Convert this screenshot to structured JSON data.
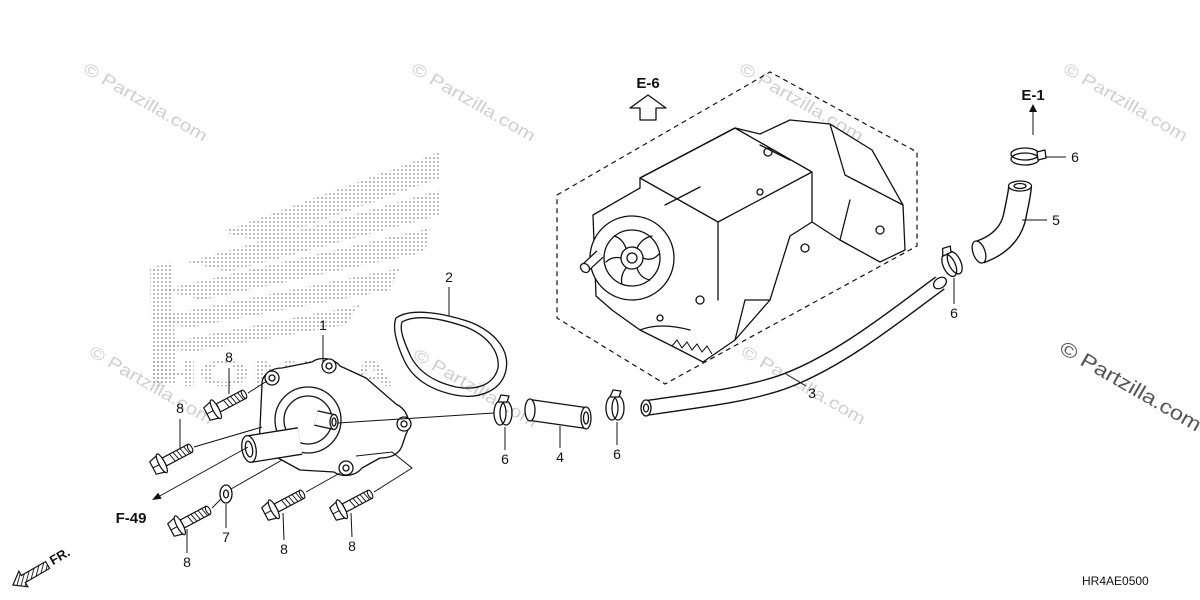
{
  "diagram": {
    "watermark": "© Partzilla.com",
    "logo_text": "HONDA",
    "refs": {
      "e6": "E-6",
      "e1": "E-1",
      "f49": "F-49",
      "front": "FR."
    },
    "callouts": [
      "1",
      "2",
      "3",
      "4",
      "5",
      "6",
      "6",
      "6",
      "6",
      "7",
      "8",
      "8",
      "8",
      "8",
      "8"
    ],
    "code": "HR4AE0500",
    "colors": {
      "line": "#111111",
      "watermark": "#cfcfcf",
      "logo": "#8a8a8a"
    }
  }
}
